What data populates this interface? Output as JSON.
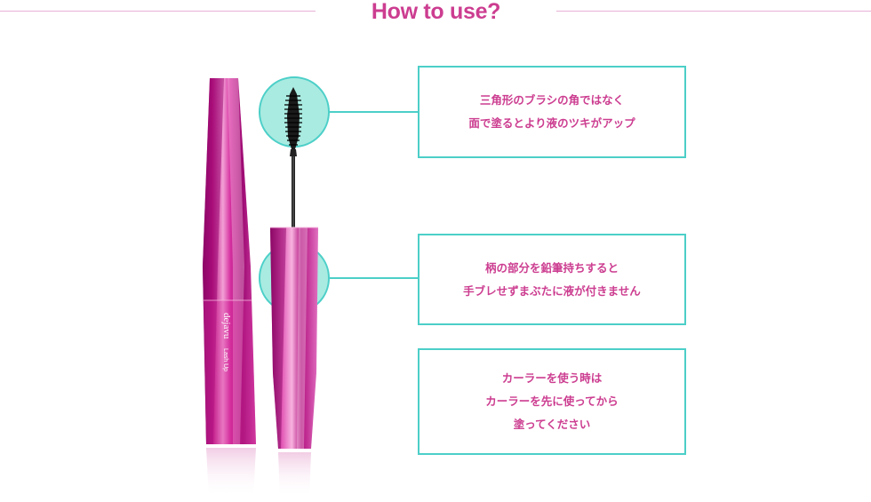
{
  "header": {
    "title": "How to use?"
  },
  "product": {
    "brand": "dejavu",
    "name": "Lash Up"
  },
  "colors": {
    "accent": "#cc3d90",
    "callout_border": "#4ccfc8",
    "callout_fill": "#a9ebe1",
    "divider": "#e7b1d6",
    "tube": "#c2128f"
  },
  "tips": [
    {
      "lines": [
        "三角形のブラシの角ではなく",
        "面で塗るとより液のツキがアップ"
      ]
    },
    {
      "lines": [
        "柄の部分を鉛筆持ちすると",
        "手ブレせずまぶたに液が付きません"
      ]
    },
    {
      "lines": [
        "カーラーを使う時は",
        "カーラーを先に使ってから",
        "塗ってください"
      ]
    }
  ]
}
